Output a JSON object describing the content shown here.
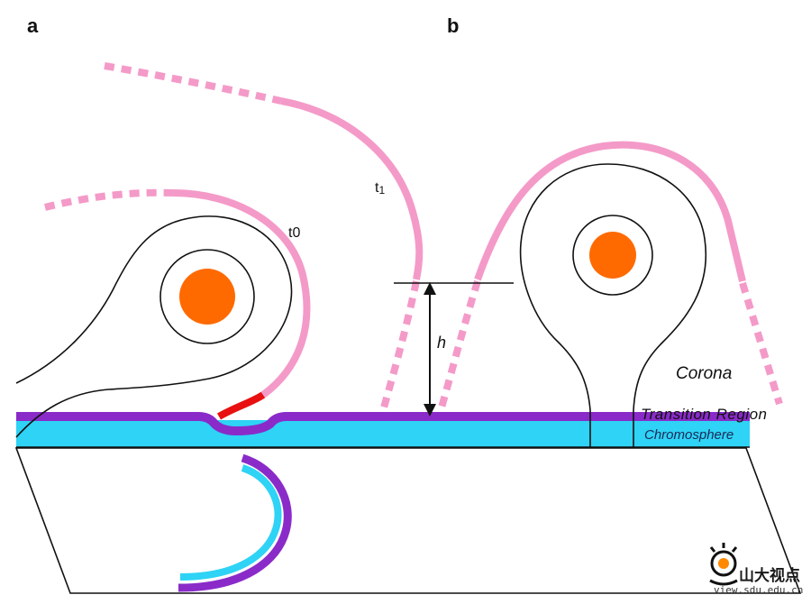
{
  "panels": {
    "a": "a",
    "b": "b"
  },
  "labels": {
    "t0": "t0",
    "t1_base": "t",
    "t1_sub": "1",
    "h": "h",
    "corona": "Corona",
    "transition_region": "Transition Region",
    "chromosphere": "Chromosphere"
  },
  "logo": {
    "text": "山大视点",
    "url": "view.sdu.edu.cn"
  },
  "colors": {
    "pink": "#f49ac8",
    "purple": "#8a2bc9",
    "cyan": "#2ed3f5",
    "orange": "#ff6a00",
    "red": "#e81010",
    "outline": "#111111"
  }
}
